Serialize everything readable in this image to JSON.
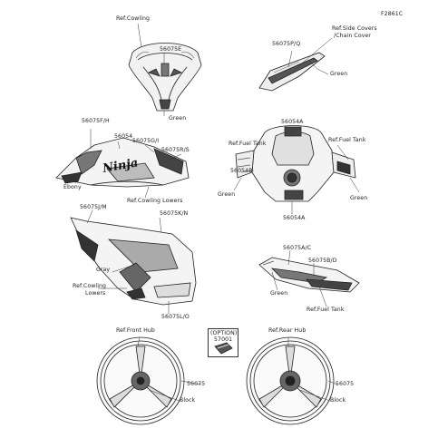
{
  "figure_id": "F2861C",
  "labels": {
    "ref_cowling": "Ref.Cowling",
    "p56075E": "56075E",
    "green_cowling": "Green",
    "ref_side_covers_1": "Ref.Side Covers",
    "ref_side_covers_2": "/Chain Cover",
    "p56075PQ": "56075P/Q",
    "green_side": "Green",
    "p56075FH": "56075F/H",
    "p56054": "56054",
    "p56075GI": "56075G/I",
    "p56075RS": "56075R/S",
    "ebony": "Ebony",
    "ref_cowling_lowers_mid": "Ref.Cowling Lowers",
    "p56054A_top": "56054A",
    "ref_fuel_tank_a": "Ref.Fuel Tank",
    "ref_fuel_tank_b": "Ref.Fuel Tank",
    "p56054B": "56054B",
    "green_tank_left": "Green",
    "green_tank_right": "Green",
    "p56054A_bottom": "56054A",
    "p56075JM": "56075J/M",
    "p56075KN": "56075K/N",
    "gray": "Gray",
    "ref_cowling_lowers_1": "Ref.Cowling",
    "ref_cowling_lowers_2": "Lowers",
    "p56075LO": "56075L/O",
    "p56075AC": "56075A/C",
    "p56075BD": "56075B/D",
    "green_rear": "Green",
    "ref_fuel_tank_c": "Ref.Fuel Tank",
    "ref_front_hub": "Ref.Front Hub",
    "ref_rear_hub": "Ref.Rear Hub",
    "option": "(OPTION)",
    "p57001": "57001",
    "p56075_front": "56075",
    "p56075_rear": "56075",
    "block_front": "Block",
    "block_rear": "Block",
    "ninja_logo": "Ninja"
  }
}
